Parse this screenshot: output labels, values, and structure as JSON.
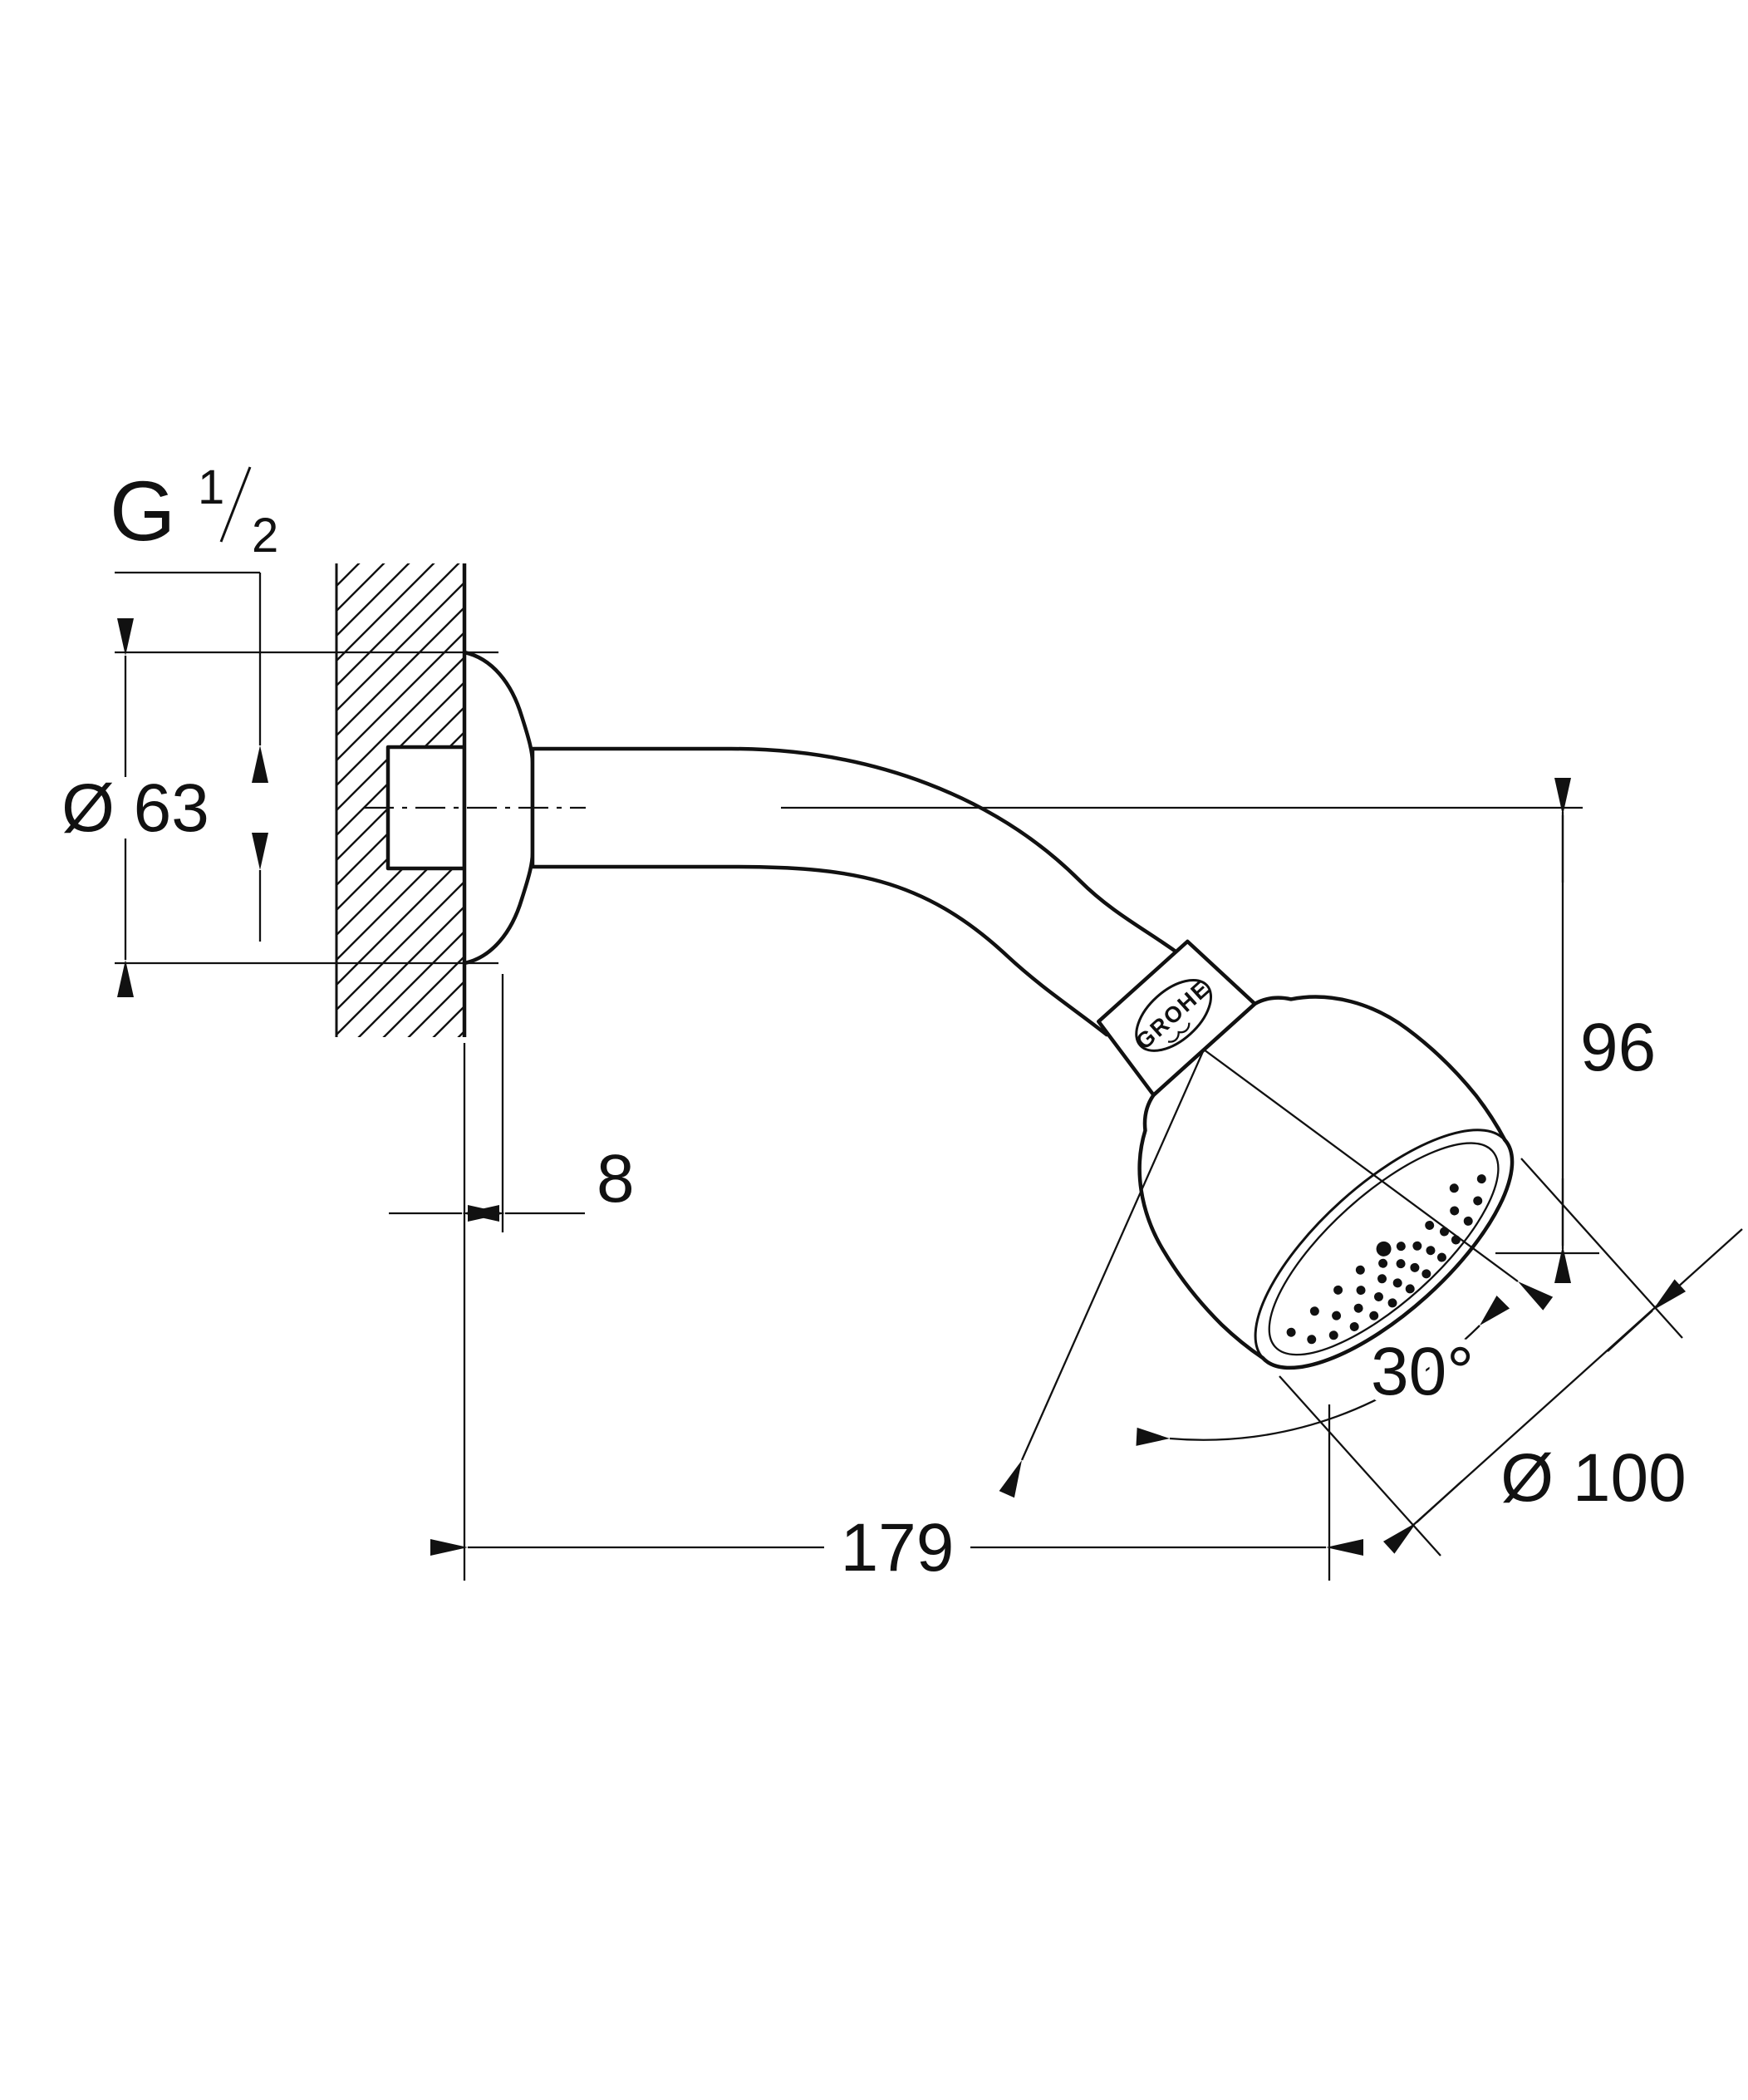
{
  "page": {
    "background": "#ffffff",
    "line_color": "#111111",
    "description": "Technical dimension drawing of a wall-mounted shower head with shower arm"
  },
  "drawing": {
    "brand_logo": "GROHE",
    "thread_label": {
      "letter": "G",
      "numerator": "1",
      "denominator": "2"
    },
    "dimensions": {
      "flange_diameter": "Ø 63",
      "flange_depth": "8",
      "arm_length": "179",
      "drop_height": "96",
      "spray_angle": "30°",
      "head_diameter": "Ø 100"
    }
  }
}
